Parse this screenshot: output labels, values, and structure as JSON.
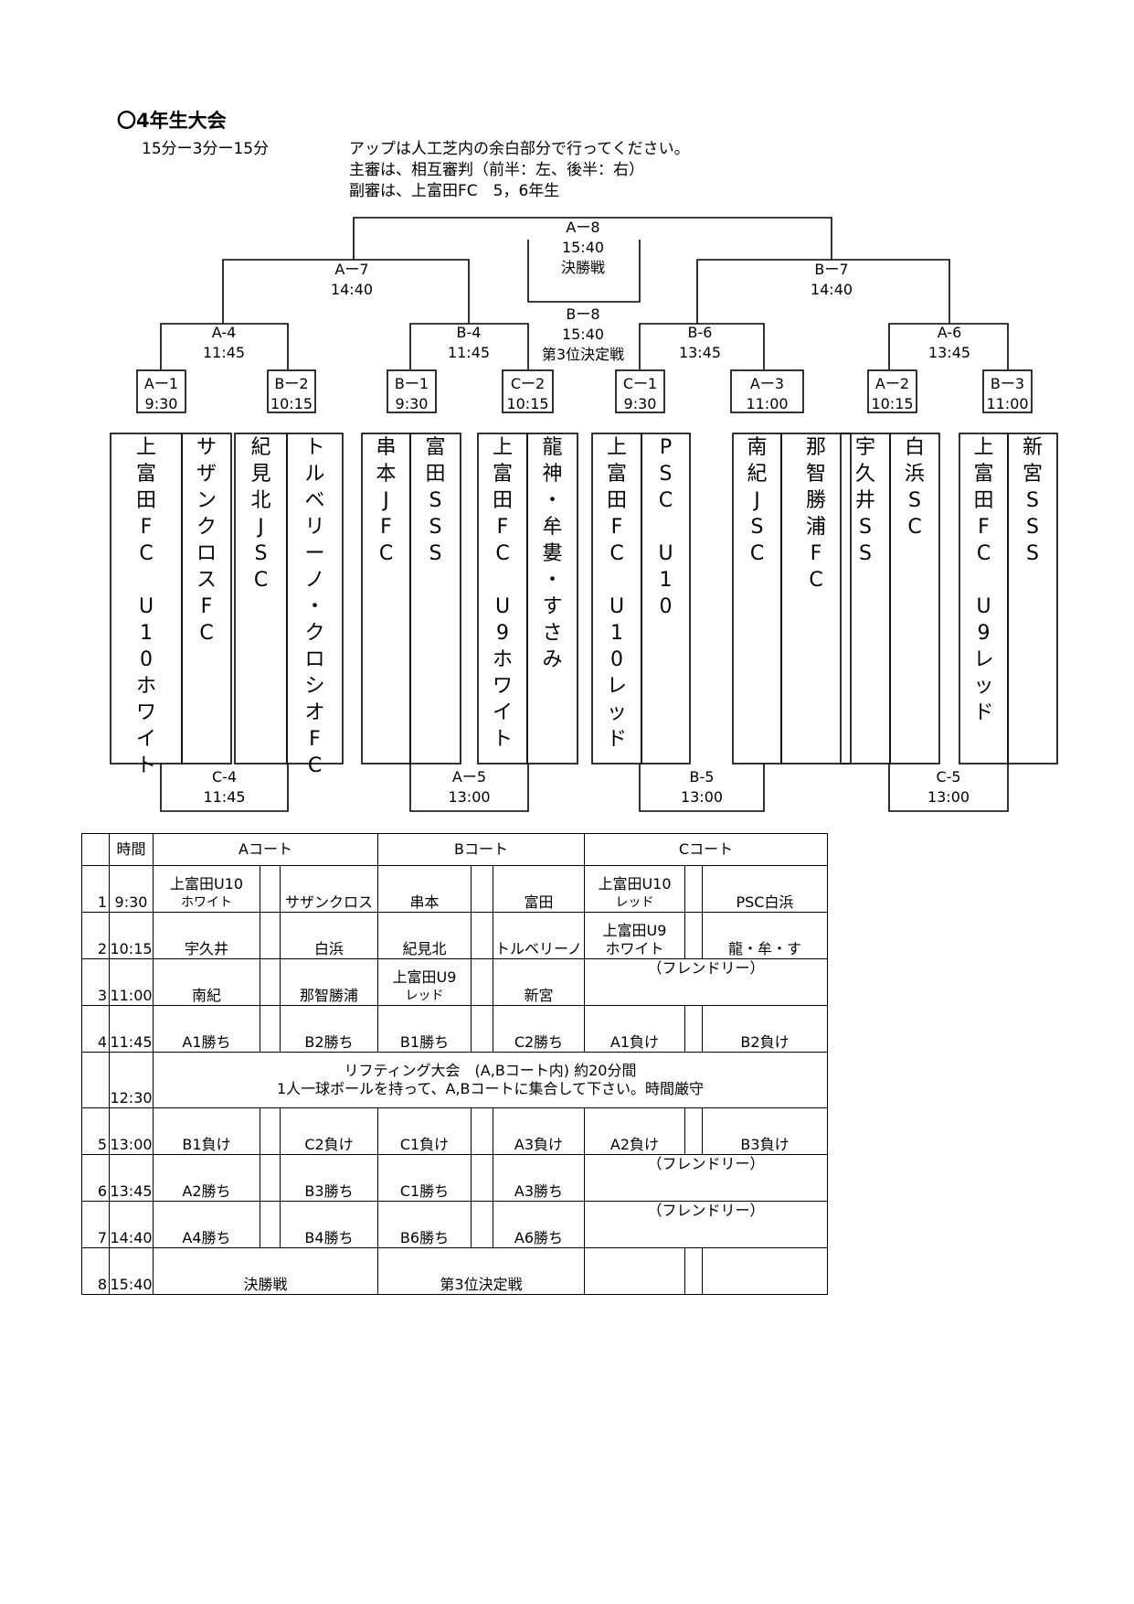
{
  "header": {
    "title": "〇4年生大会",
    "duration": "15分ー3分ー15分",
    "notes": [
      "アップは人工芝内の余白部分で行ってください。",
      "主審は、相互審判（前半：左、後半：右）",
      "副審は、上富田FC　5，6年生"
    ]
  },
  "bracket": {
    "matches": [
      {
        "id": "A-8",
        "code": "Aー8",
        "time": "15:40",
        "name": "決勝戦"
      },
      {
        "id": "B-8",
        "code": "Bー8",
        "time": "15:40",
        "name": "第3位決定戦"
      },
      {
        "id": "A-7",
        "code": "Aー7",
        "time": "14:40"
      },
      {
        "id": "B-7",
        "code": "Bー7",
        "time": "14:40"
      },
      {
        "id": "A-4",
        "code": "A-4",
        "time": "11:45"
      },
      {
        "id": "B-4",
        "code": "B-4",
        "time": "11:45"
      },
      {
        "id": "B-6",
        "code": "B-6",
        "time": "13:45"
      },
      {
        "id": "A-6",
        "code": "A-6",
        "time": "13:45"
      },
      {
        "id": "A-1",
        "code": "Aー1",
        "time": "9:30"
      },
      {
        "id": "B-2",
        "code": "Bー2",
        "time": "10:15"
      },
      {
        "id": "B-1",
        "code": "Bー1",
        "time": "9:30"
      },
      {
        "id": "C-2",
        "code": "Cー2",
        "time": "10:15"
      },
      {
        "id": "C-1",
        "code": "Cー1",
        "time": "9:30"
      },
      {
        "id": "A-3",
        "code": "Aー3",
        "time": "11:00"
      },
      {
        "id": "A-2",
        "code": "Aー2",
        "time": "10:15"
      },
      {
        "id": "B-3",
        "code": "Bー3",
        "time": "11:00"
      },
      {
        "id": "C-4",
        "code": "C-4",
        "time": "11:45"
      },
      {
        "id": "A-5",
        "code": "Aー5",
        "time": "13:00"
      },
      {
        "id": "B-5",
        "code": "B-5",
        "time": "13:00"
      },
      {
        "id": "C-5",
        "code": "C-5",
        "time": "13:00"
      }
    ],
    "teams": [
      "上富田FC U10ホワイト",
      "サザンクロスFC",
      "紀見北JSC",
      "トルベリーノ・クロシオFC",
      "串本JFC",
      "富田SSS",
      "上富田FC U9ホワイト",
      "龍神・牟婁・すさみ",
      "上富田FC U10レッド",
      "PSC U10",
      "南紀JSC",
      "那智勝浦FC",
      "宇久井SS",
      "白浜SC",
      "上富田FC U9レッド",
      "新宮SSS"
    ]
  },
  "schedule": {
    "headers": {
      "time": "時間",
      "courtA": "Aコート",
      "courtB": "Bコート",
      "courtC": "Cコート"
    },
    "rows": [
      {
        "n": "1",
        "time": "9:30",
        "a1": "上富田U10",
        "a1b": "ホワイト",
        "a2": "サザンクロス",
        "b1": "串本",
        "b2": "富田",
        "c1": "上富田U10",
        "c1b": "レッド",
        "c2": "PSC白浜"
      },
      {
        "n": "2",
        "time": "10:15",
        "a1": "宇久井",
        "a2": "白浜",
        "b1": "紀見北",
        "b2": "トルベリーノ",
        "c1": "上富田U9",
        "c1b": "ホワイト",
        "c2": "龍・牟・す"
      },
      {
        "n": "3",
        "time": "11:00",
        "a1": "南紀",
        "a2": "那智勝浦",
        "b1": "上富田U9",
        "b1b": "レッド",
        "b2": "新宮",
        "c": "（フレンドリー）"
      },
      {
        "n": "4",
        "time": "11:45",
        "a1": "A1勝ち",
        "a2": "B2勝ち",
        "b1": "B1勝ち",
        "b2": "C2勝ち",
        "c1": "A1負け",
        "c2": "B2負け"
      },
      {
        "n": "",
        "time": "12:30",
        "lift1": "リフティング大会　(A,Bコート内) 約20分間",
        "lift2": "1人一球ボールを持って、A,Bコートに集合して下さい。時間厳守"
      },
      {
        "n": "5",
        "time": "13:00",
        "a1": "B1負け",
        "a2": "C2負け",
        "b1": "C1負け",
        "b2": "A3負け",
        "c1": "A2負け",
        "c2": "B3負け"
      },
      {
        "n": "6",
        "time": "13:45",
        "a1": "A2勝ち",
        "a2": "B3勝ち",
        "b1": "C1勝ち",
        "b2": "A3勝ち",
        "c": "（フレンドリー）"
      },
      {
        "n": "7",
        "time": "14:40",
        "a1": "A4勝ち",
        "a2": "B4勝ち",
        "b1": "B6勝ち",
        "b2": "A6勝ち",
        "c": "（フレンドリー）"
      },
      {
        "n": "8",
        "time": "15:40",
        "a": "決勝戦",
        "b": "第3位決定戦"
      }
    ]
  }
}
